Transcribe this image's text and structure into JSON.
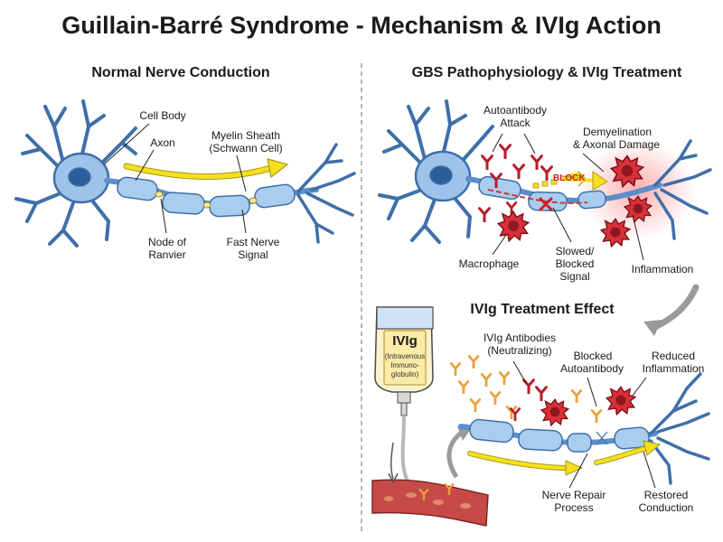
{
  "title": "Guillain-Barré Syndrome - Mechanism & IVIg Action",
  "panels": {
    "normal": {
      "heading": "Normal Nerve Conduction",
      "labels": {
        "cell_body": "Cell Body",
        "axon": "Axon",
        "myelin_sheath": "Myelin Sheath",
        "schwann_cell": "(Schwann Cell)",
        "node_of": "Node of",
        "ranvier": "Ranvier",
        "fast_nerve": "Fast Nerve",
        "signal": "Signal"
      }
    },
    "gbs": {
      "heading": "GBS Pathophysiology & IVIg Treatment",
      "labels": {
        "autoantibody": "Autoantibody",
        "attack": "Attack",
        "demyelination": "Demyelination",
        "axonal_damage": "& Axonal Damage",
        "block": "BLOCK",
        "macrophage": "Macrophage",
        "slowed": "Slowed/",
        "blocked": "Blocked",
        "signal": "Signal",
        "inflammation": "Inflammation"
      }
    },
    "ivig": {
      "heading": "IVIg Treatment Effect",
      "bag_title": "IVIg",
      "bag_lines": [
        "(Intravenous",
        "Immuno-",
        "globulin)"
      ],
      "labels": {
        "ivig_antibodies": "IVIg Antibodies",
        "neutralizing": "(Neutralizing)",
        "blocked": "Blocked",
        "autoantibody": "Autoantibody",
        "reduced": "Reduced",
        "inflammation": "Inflammation",
        "nerve_repair": "Nerve Repair",
        "process": "Process",
        "restored": "Restored",
        "conduction": "Conduction"
      }
    }
  },
  "colors": {
    "neuron": "#5b8fc9",
    "neuron_fill": "#9ec3ea",
    "myelin": "#a9cdef",
    "signal_arrow": "#f5e020",
    "autoantibody": "#b51f2a",
    "macrophage": "#d8303a",
    "ivig_antibody": "#e9a03b",
    "blood_vessel": "#c64a47"
  }
}
